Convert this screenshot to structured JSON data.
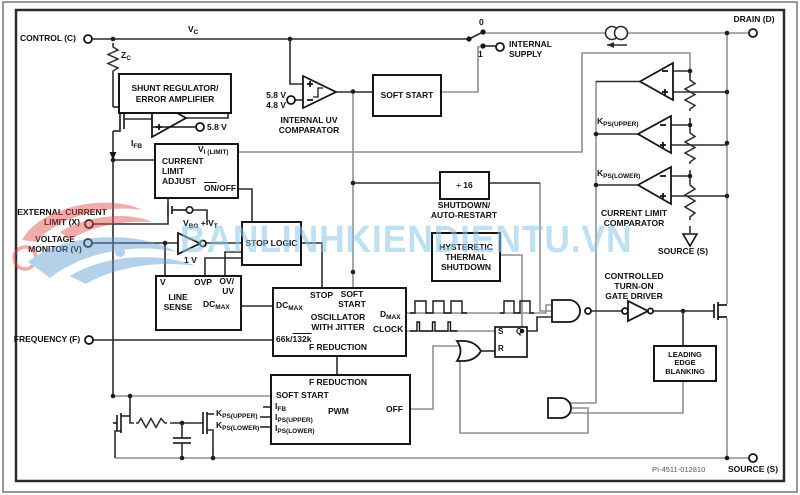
{
  "watermark": {
    "text": "BANLINHKIENDIENTU.VN"
  },
  "part_number": "PI-4511-012810",
  "terminals": {
    "control": "CONTROL (C)",
    "external_limit": "EXTERNAL CURRENT\nLIMIT (X)",
    "voltage_monitor": "VOLTAGE\nMONITOR (V)",
    "frequency": "FREQUENCY (F)",
    "drain": "DRAIN (D)",
    "internal_supply": "INTERNAL\nSUPPLY",
    "source_mid": "SOURCE (S)",
    "source_bottom": "SOURCE (S)"
  },
  "signals": {
    "vc": {
      "base": "V",
      "sub": "C"
    },
    "zc": {
      "base": "Z",
      "sub": "C"
    },
    "ifb": {
      "base": "I",
      "sub": "FB"
    },
    "v58": "5.8 V",
    "uv_ref": "5.8 V\n4.8 V",
    "v_ilimit": {
      "base": "V",
      "sub": "I (LIMIT)"
    },
    "onoff": {
      "on": "ON",
      "rest": "/OFF"
    },
    "vbgvt": {
      "p1": "V",
      "s1": "BG",
      "p2": " + V",
      "s2": "T"
    },
    "one_v": "1 V",
    "switch_0": "0",
    "switch_1": "1",
    "kps_upper": {
      "base": "K",
      "sub": "PS(UPPER)"
    },
    "kps_lower": {
      "base": "K",
      "sub": "PS(LOWER)"
    },
    "kps_upper2": {
      "base": "K",
      "sub": "PS(UPPER)"
    },
    "kps_lower2": {
      "base": "K",
      "sub": "PS(LOWER)"
    }
  },
  "blocks": {
    "shunt": "SHUNT REGULATOR/\nERROR AMPLIFIER",
    "cla": "CURRENT\nLIMIT\nADJUST",
    "uv_comp": "INTERNAL UV\nCOMPARATOR",
    "soft_start": "SOFT START",
    "div16": "÷ 16",
    "shutdown": "SHUTDOWN/\nAUTO-RESTART",
    "thermal": "HYSTERETIC\nTHERMAL\nSHUTDOWN",
    "stop_logic": "STOP LOGIC",
    "line_sense": {
      "v": "V",
      "ovp": "OVP",
      "ovuv": "OV/\nUV",
      "title": "LINE\nSENSE",
      "dcmax": {
        "base": "DC",
        "sub": "MAX"
      }
    },
    "osc": {
      "stop": "STOP",
      "soft_start": "SOFT\nSTART",
      "dcmax": {
        "base": "DC",
        "sub": "MAX"
      },
      "title": "OSCILLATOR\nWITH JITTER",
      "freq": {
        "f1": "66k/",
        "f2": "132k"
      },
      "fred": "F REDUCTION",
      "dmax": {
        "base": "D",
        "sub": "MAX"
      },
      "clock": "CLOCK"
    },
    "pwm": {
      "fred": "F REDUCTION",
      "soft": "SOFT START",
      "ifb": {
        "base": "I",
        "sub": "FB"
      },
      "ipsu": {
        "base": "I",
        "sub": "PS(UPPER)"
      },
      "ipsl": {
        "base": "I",
        "sub": "PS(LOWER)"
      },
      "pwm": "PWM",
      "off": "OFF"
    },
    "clc": "CURRENT LIMIT\nCOMPARATOR",
    "gate_driver": "CONTROLLED\nTURN-ON\nGATE DRIVER",
    "leb": "LEADING\nEDGE\nBLANKING",
    "latch": {
      "s": "S",
      "q": "Q",
      "r": "R"
    }
  }
}
